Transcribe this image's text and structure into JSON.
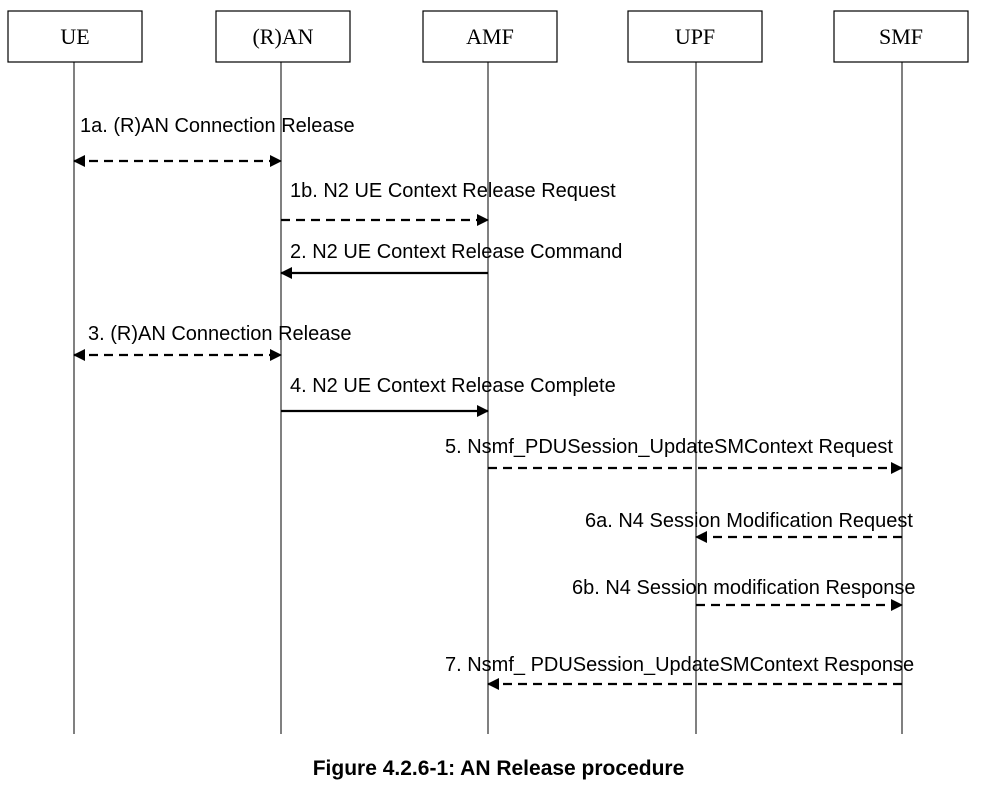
{
  "entities": [
    {
      "id": "ue",
      "label": "UE"
    },
    {
      "id": "ran",
      "label": "(R)AN"
    },
    {
      "id": "amf",
      "label": "AMF"
    },
    {
      "id": "upf",
      "label": "UPF"
    },
    {
      "id": "smf",
      "label": "SMF"
    }
  ],
  "messages": [
    {
      "label": "1a. (R)AN Connection Release",
      "from": "ue",
      "to": "ran",
      "style": "dashed",
      "bidirectional": true
    },
    {
      "label": "1b. N2 UE Context Release Request",
      "from": "ran",
      "to": "amf",
      "style": "dashed",
      "bidirectional": false
    },
    {
      "label": "2. N2 UE Context Release Command",
      "from": "amf",
      "to": "ran",
      "style": "solid",
      "bidirectional": false
    },
    {
      "label": "3. (R)AN Connection Release",
      "from": "ue",
      "to": "ran",
      "style": "dashed",
      "bidirectional": true
    },
    {
      "label": "4. N2 UE Context Release Complete",
      "from": "ran",
      "to": "amf",
      "style": "solid",
      "bidirectional": false
    },
    {
      "label": "5. Nsmf_PDUSession_UpdateSMContext Request",
      "from": "amf",
      "to": "smf",
      "style": "dashed",
      "bidirectional": false
    },
    {
      "label": "6a. N4 Session Modification Request",
      "from": "smf",
      "to": "upf",
      "style": "dashed",
      "bidirectional": false
    },
    {
      "label": "6b. N4 Session modification Response",
      "from": "upf",
      "to": "smf",
      "style": "dashed",
      "bidirectional": false
    },
    {
      "label": "7. Nsmf_ PDUSession_UpdateSMContext Response",
      "from": "smf",
      "to": "amf",
      "style": "dashed",
      "bidirectional": false
    }
  ],
  "caption": "Figure 4.2.6-1: AN Release procedure"
}
